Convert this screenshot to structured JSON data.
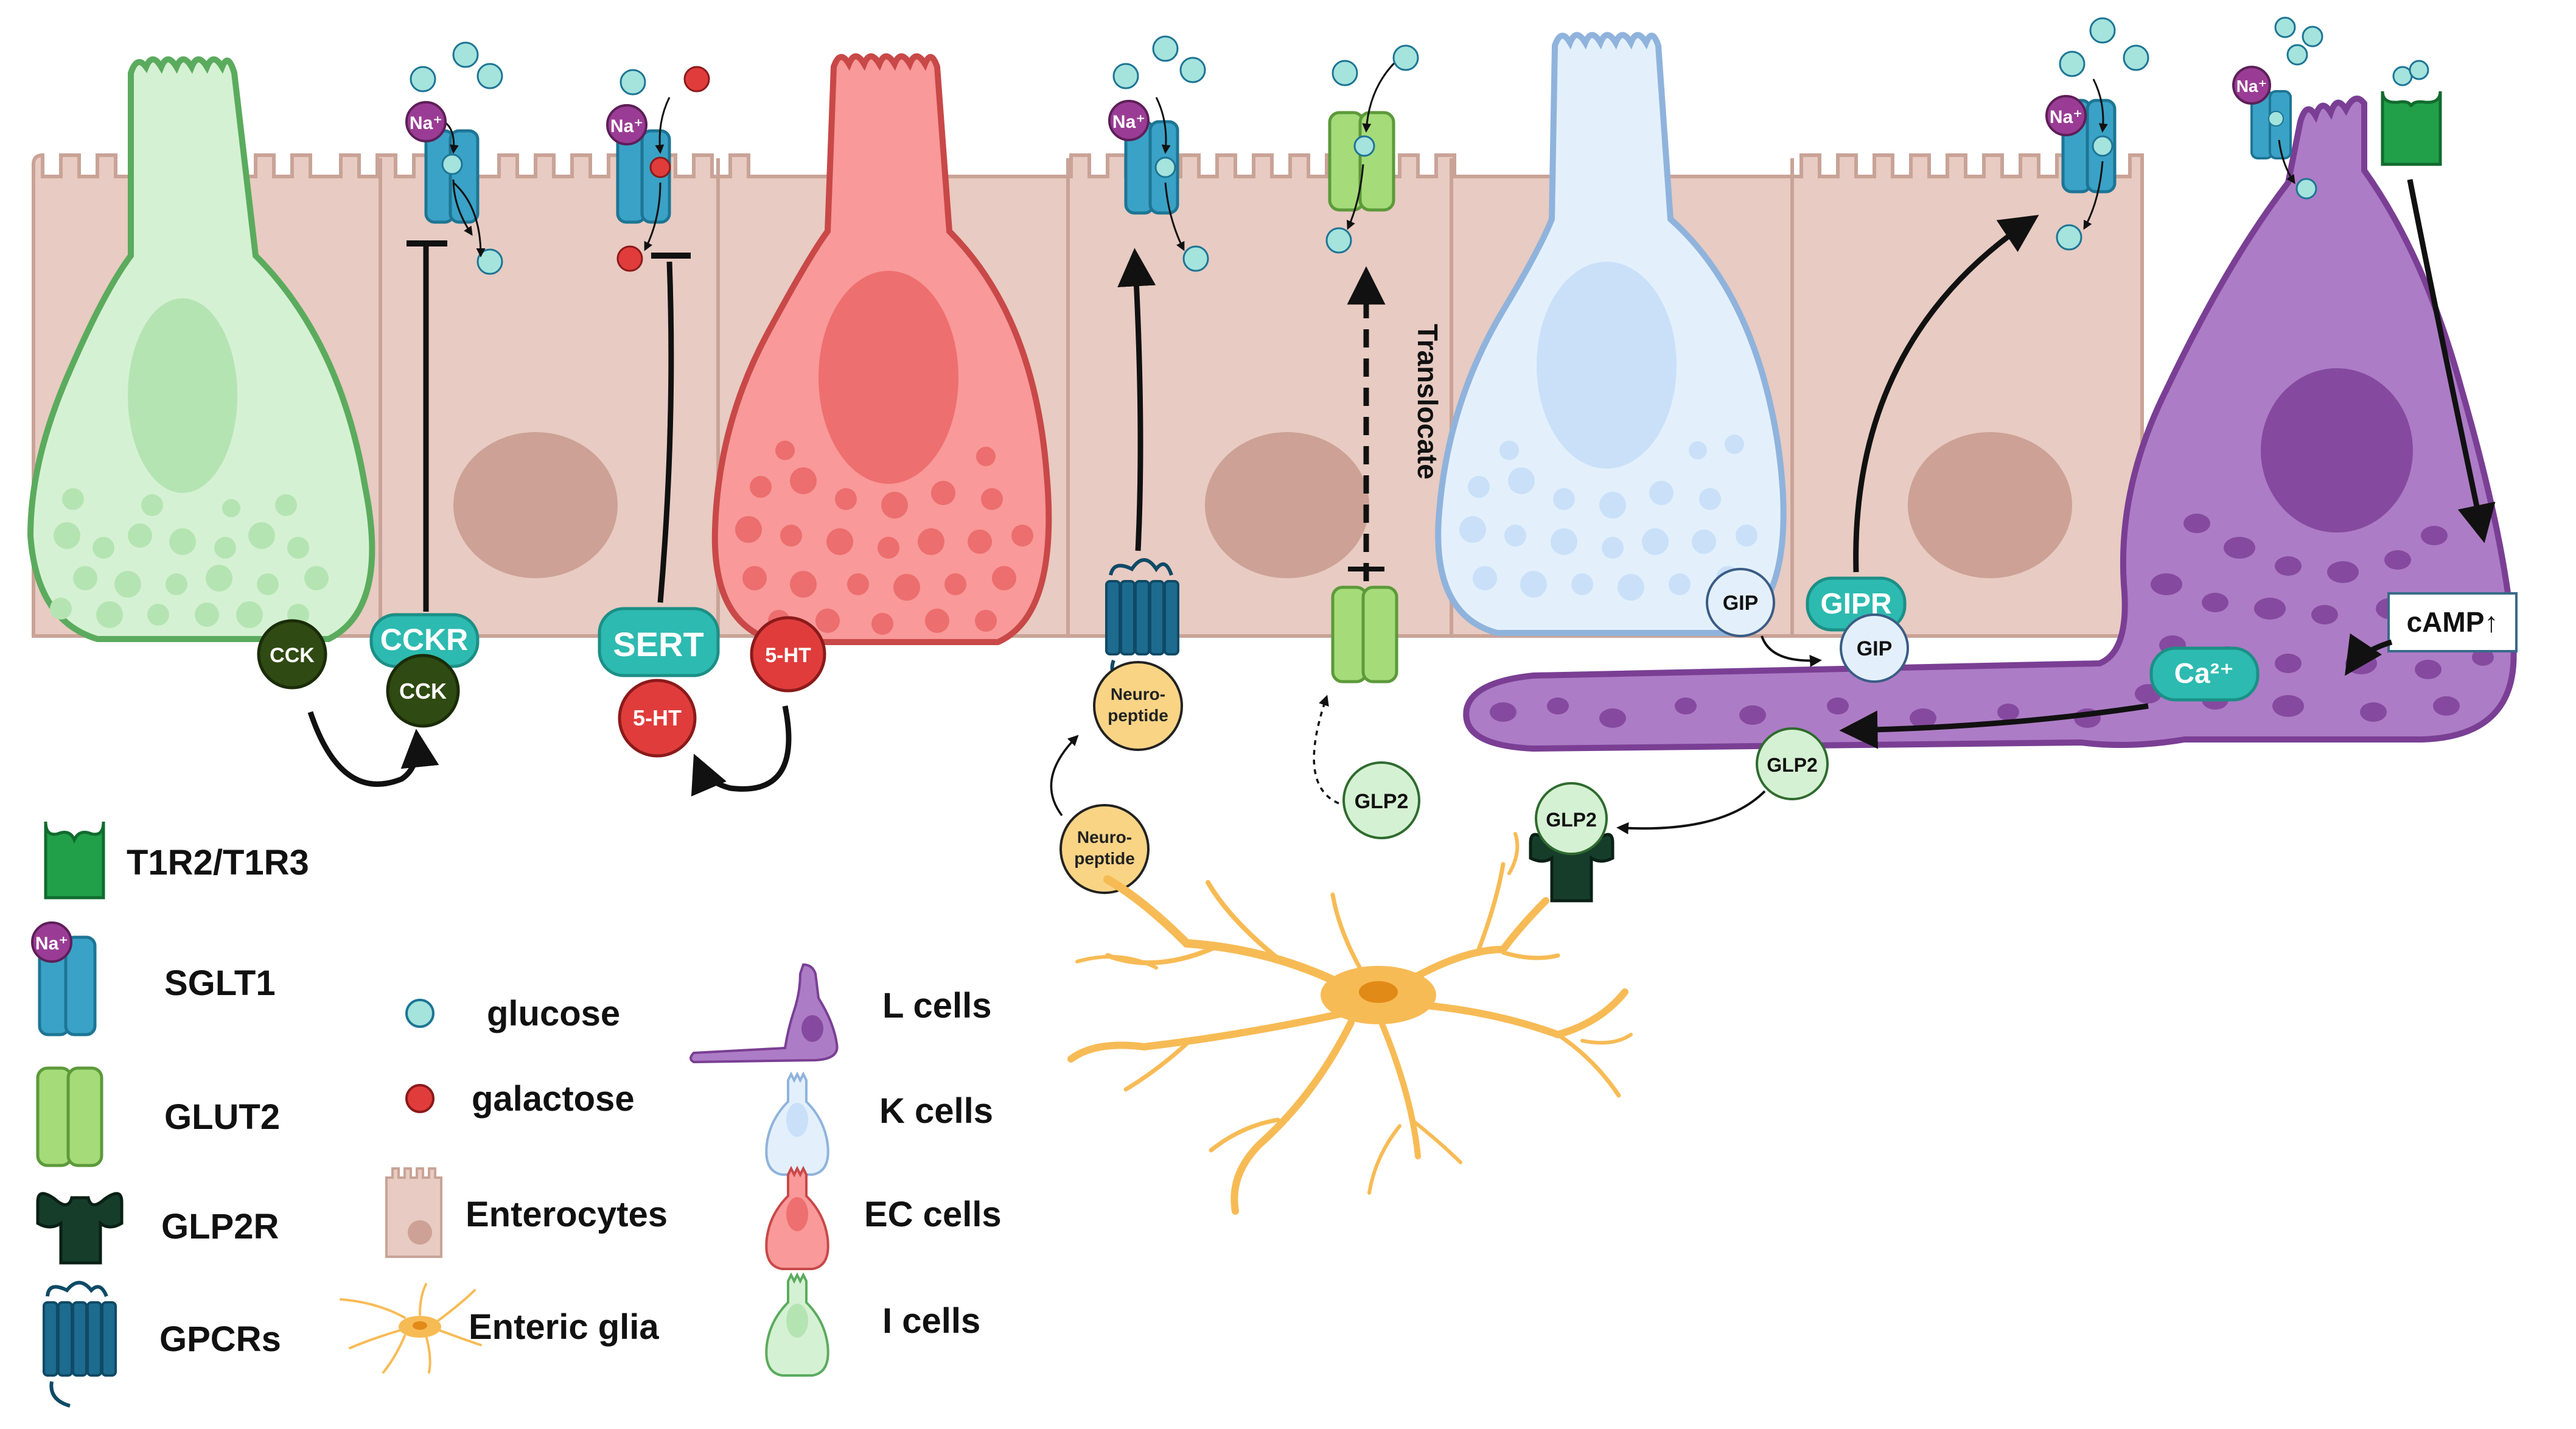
{
  "labels": {
    "cck": "CCK",
    "cckr": "CCKR",
    "sert": "SERT",
    "ht5": "5-HT",
    "gip": "GIP",
    "gipr": "GIPR",
    "glp2": "GLP2",
    "camp": "cAMP↑",
    "ca": "Ca²⁺",
    "na": "Na⁺",
    "neuro_1": "Neuro-",
    "neuro_2": "peptide",
    "translocate": "Translocate"
  },
  "legend": {
    "left": [
      {
        "label": "T1R2/T1R3",
        "icon": "t1r2-t1r3-receptor"
      },
      {
        "label": "SGLT1",
        "icon": "sglt1-transporter"
      },
      {
        "label": "GLUT2",
        "icon": "glut2-transporter"
      },
      {
        "label": "GLP2R",
        "icon": "glp2r-receptor"
      },
      {
        "label": "GPCRs",
        "icon": "gpcr-receptor"
      }
    ],
    "middle": [
      {
        "label": "glucose",
        "icon": "glucose-dot"
      },
      {
        "label": "galactose",
        "icon": "galactose-dot"
      },
      {
        "label": "Enterocytes",
        "icon": "enterocyte-cell"
      },
      {
        "label": "Enteric glia",
        "icon": "enteric-glia"
      }
    ],
    "right": [
      {
        "label": "L cells",
        "icon": "l-cell"
      },
      {
        "label": "K cells",
        "icon": "k-cell"
      },
      {
        "label": "EC cells",
        "icon": "ec-cell"
      },
      {
        "label": "I cells",
        "icon": "i-cell"
      }
    ]
  },
  "colors": {
    "enterocyte": "#e8cbc2",
    "enterocyte_stroke": "#c9a397",
    "enterocyte_nucleus": "#cda196",
    "i_cell": "#d5f1d3",
    "i_cell_stroke": "#5bab5e",
    "ec_cell": "#f99999",
    "ec_cell_stroke": "#c94848",
    "k_cell": "#e3f0fc",
    "k_cell_stroke": "#8fb3dc",
    "l_cell": "#ad7cc6",
    "l_cell_stroke": "#7a3f94",
    "sglt1": "#3aa2c6",
    "glut2": "#a6db7a",
    "teal": "#2dbab0",
    "glucose": "#a5e3dd",
    "galactose": "#e03c3c",
    "sodium": "#9a3c95",
    "glia": "#f7bb55",
    "cck": "#2f4a12",
    "t1r": "#21a049",
    "glp2r": "#163d2a"
  }
}
